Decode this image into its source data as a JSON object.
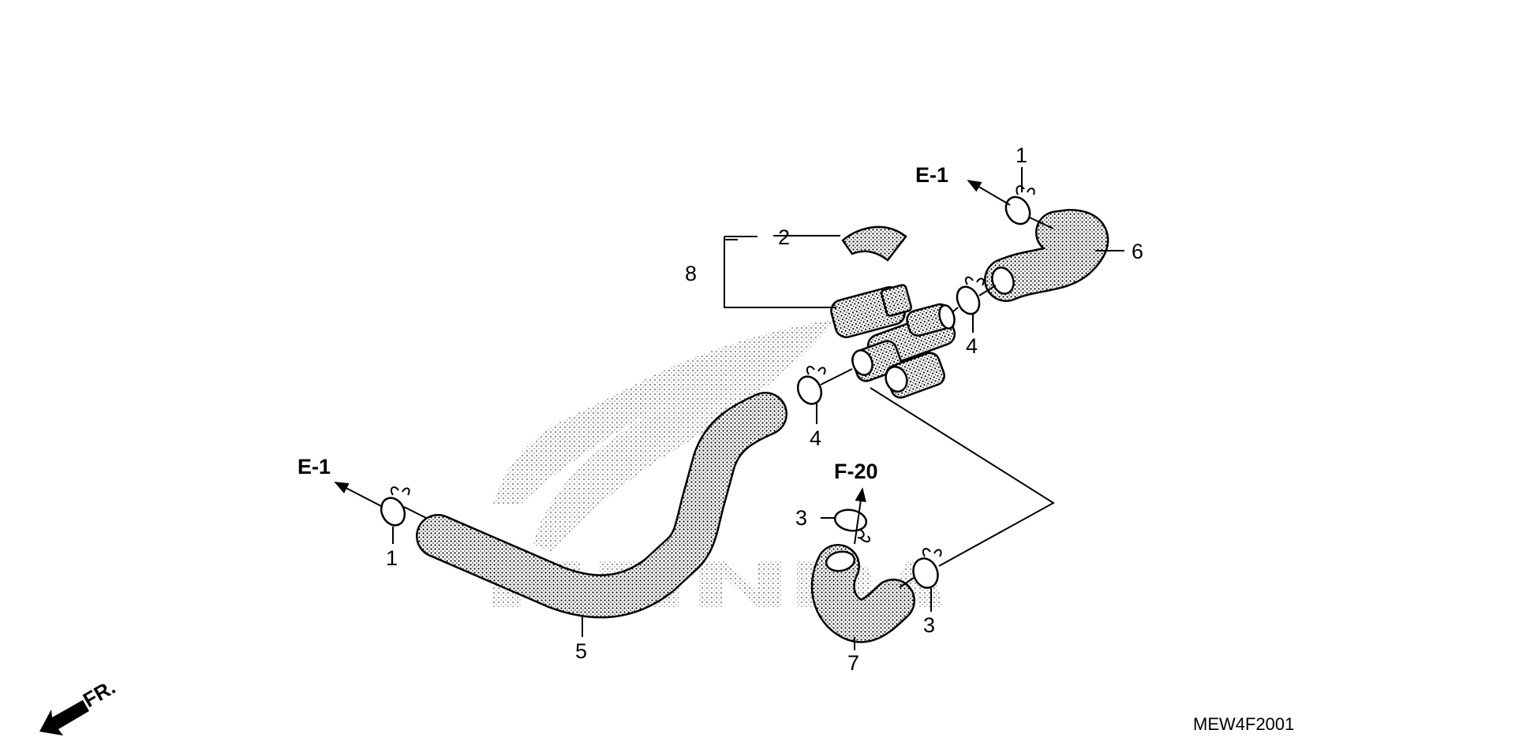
{
  "callouts": {
    "c1_top": "1",
    "c1_left": "1",
    "c2": "2",
    "c3_left": "3",
    "c3_bottom": "3",
    "c4_upper": "4",
    "c4_lower": "4",
    "c5": "5",
    "c6": "6",
    "c7": "7",
    "c8": "8"
  },
  "references": {
    "e1_top": "E-1",
    "e1_left": "E-1",
    "f20": "F-20"
  },
  "direction_label": "FR.",
  "diagram_code": "MEW4F2001",
  "watermark_logo": "HONDA",
  "colors": {
    "ink": "#000000",
    "background": "#ffffff"
  }
}
